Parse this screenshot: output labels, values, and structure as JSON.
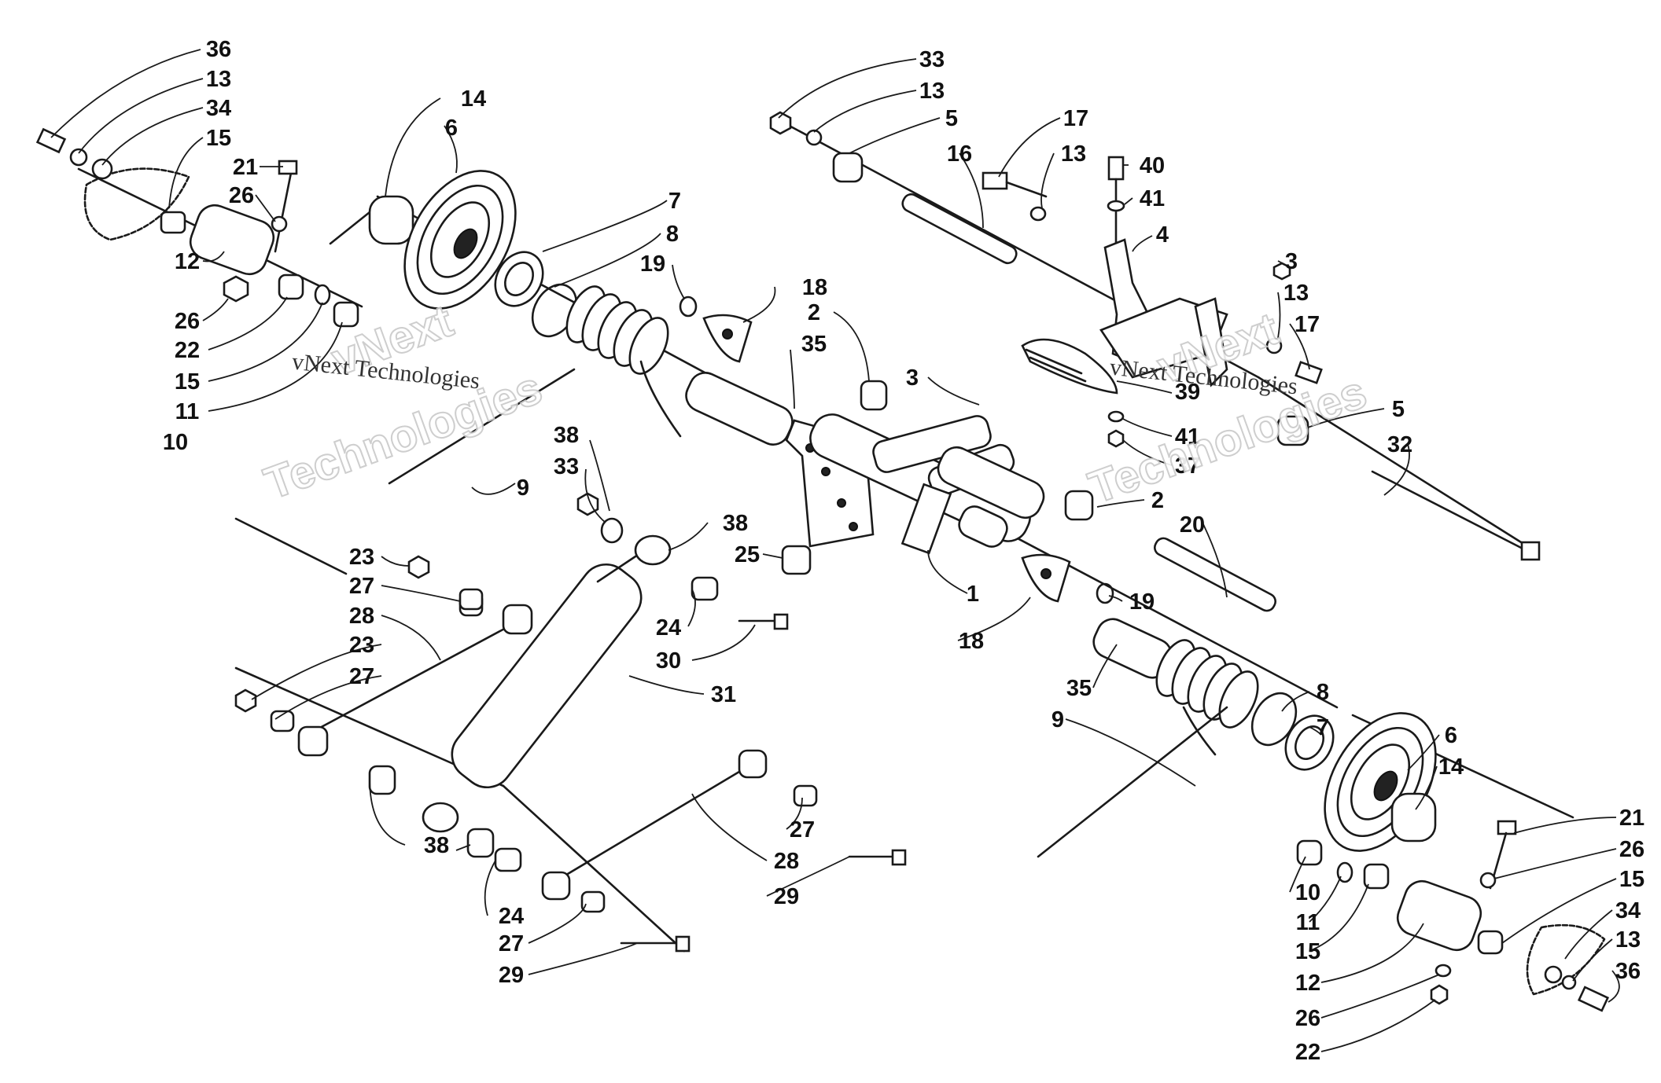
{
  "watermarks": [
    {
      "id": "wm1",
      "small": "vNext Technologies",
      "big_top": "vNext",
      "big_bottom": "Technologies"
    },
    {
      "id": "wm2",
      "small": "vNext Technologies",
      "big_top": "vNext",
      "big_bottom": "Technologies"
    }
  ],
  "callouts": [
    {
      "id": "c1",
      "text": "36"
    },
    {
      "id": "c2",
      "text": "13"
    },
    {
      "id": "c3",
      "text": "34"
    },
    {
      "id": "c4",
      "text": "15"
    },
    {
      "id": "c5",
      "text": "21"
    },
    {
      "id": "c6",
      "text": "26"
    },
    {
      "id": "c7",
      "text": "12"
    },
    {
      "id": "c8",
      "text": "26"
    },
    {
      "id": "c9",
      "text": "22"
    },
    {
      "id": "c10",
      "text": "15"
    },
    {
      "id": "c11",
      "text": "11"
    },
    {
      "id": "c12",
      "text": "10"
    },
    {
      "id": "c13",
      "text": "14"
    },
    {
      "id": "c14",
      "text": "6"
    },
    {
      "id": "c15",
      "text": "7"
    },
    {
      "id": "c16",
      "text": "8"
    },
    {
      "id": "c17",
      "text": "19"
    },
    {
      "id": "c18",
      "text": "18"
    },
    {
      "id": "c19",
      "text": "2"
    },
    {
      "id": "c20",
      "text": "35"
    },
    {
      "id": "c21",
      "text": "3"
    },
    {
      "id": "c22",
      "text": "38"
    },
    {
      "id": "c23",
      "text": "33"
    },
    {
      "id": "c24",
      "text": "9"
    },
    {
      "id": "c25",
      "text": "38"
    },
    {
      "id": "c26",
      "text": "25"
    },
    {
      "id": "c27",
      "text": "24"
    },
    {
      "id": "c28",
      "text": "30"
    },
    {
      "id": "c29",
      "text": "31"
    },
    {
      "id": "c30",
      "text": "23"
    },
    {
      "id": "c31",
      "text": "27"
    },
    {
      "id": "c32",
      "text": "28"
    },
    {
      "id": "c33",
      "text": "23"
    },
    {
      "id": "c34",
      "text": "27"
    },
    {
      "id": "c35",
      "text": "38"
    },
    {
      "id": "c36",
      "text": "24"
    },
    {
      "id": "c37",
      "text": "27"
    },
    {
      "id": "c38",
      "text": "29"
    },
    {
      "id": "c39",
      "text": "27"
    },
    {
      "id": "c40",
      "text": "28"
    },
    {
      "id": "c41",
      "text": "29"
    },
    {
      "id": "c42",
      "text": "1"
    },
    {
      "id": "c43",
      "text": "18"
    },
    {
      "id": "c44",
      "text": "19"
    },
    {
      "id": "c45",
      "text": "2"
    },
    {
      "id": "c46",
      "text": "20"
    },
    {
      "id": "c47",
      "text": "35"
    },
    {
      "id": "c48",
      "text": "9"
    },
    {
      "id": "c49",
      "text": "8"
    },
    {
      "id": "c50",
      "text": "7"
    },
    {
      "id": "c51",
      "text": "6"
    },
    {
      "id": "c52",
      "text": "14"
    },
    {
      "id": "c53",
      "text": "10"
    },
    {
      "id": "c54",
      "text": "11"
    },
    {
      "id": "c55",
      "text": "15"
    },
    {
      "id": "c56",
      "text": "12"
    },
    {
      "id": "c57",
      "text": "26"
    },
    {
      "id": "c58",
      "text": "22"
    },
    {
      "id": "c59",
      "text": "21"
    },
    {
      "id": "c60",
      "text": "26"
    },
    {
      "id": "c61",
      "text": "15"
    },
    {
      "id": "c62",
      "text": "34"
    },
    {
      "id": "c63",
      "text": "13"
    },
    {
      "id": "c64",
      "text": "36"
    },
    {
      "id": "c65",
      "text": "33"
    },
    {
      "id": "c66",
      "text": "13"
    },
    {
      "id": "c67",
      "text": "5"
    },
    {
      "id": "c68",
      "text": "16"
    },
    {
      "id": "c69",
      "text": "17"
    },
    {
      "id": "c70",
      "text": "13"
    },
    {
      "id": "c71",
      "text": "40"
    },
    {
      "id": "c72",
      "text": "41"
    },
    {
      "id": "c73",
      "text": "4"
    },
    {
      "id": "c74",
      "text": "3"
    },
    {
      "id": "c75",
      "text": "13"
    },
    {
      "id": "c76",
      "text": "17"
    },
    {
      "id": "c77",
      "text": "39"
    },
    {
      "id": "c78",
      "text": "41"
    },
    {
      "id": "c79",
      "text": "37"
    },
    {
      "id": "c80",
      "text": "5"
    },
    {
      "id": "c81",
      "text": "32"
    }
  ]
}
